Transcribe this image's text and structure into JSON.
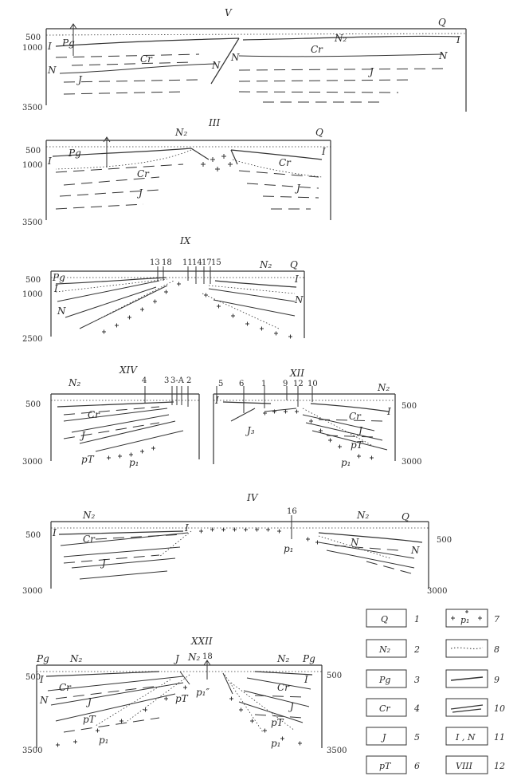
{
  "sections": [
    {
      "id": "V",
      "title": "V",
      "depth_top": "500",
      "depth_mid": "1000",
      "depth_bottom": "3500",
      "labels": {
        "pg": "Pg",
        "n2": "N₂",
        "q": "Q",
        "cr_left": "Cr",
        "cr_right": "Cr",
        "j_left": "J",
        "j_right": "J",
        "i_left": "I",
        "i_right": "I",
        "n_left": "N",
        "n_mid": "N",
        "n_fault": "N",
        "n_right": "N"
      }
    },
    {
      "id": "III",
      "title": "III",
      "depth_top": "500",
      "depth_mid": "1000",
      "depth_bottom": "3500",
      "labels": {
        "pg": "Pg",
        "n2": "N₂",
        "q": "Q",
        "cr_left": "Cr",
        "cr_right": "Cr",
        "j_left": "J",
        "j_right": "J",
        "i_left": "I",
        "i_right": "I"
      }
    },
    {
      "id": "IX",
      "title": "IX",
      "depth_top": "500",
      "depth_mid": "1000",
      "depth_bottom": "2500",
      "wells": [
        "13",
        "18",
        "11",
        "14",
        "17",
        "15"
      ],
      "labels": {
        "pg": "Pg",
        "n2": "N₂",
        "q": "Q",
        "i_left": "I",
        "i_right": "I",
        "n_left": "N",
        "n_right": "N"
      }
    },
    {
      "id": "XIV",
      "title": "XIV",
      "depth_top": "500",
      "depth_bottom": "3000",
      "wells": [
        "4",
        "3",
        "3-A",
        "2"
      ],
      "labels": {
        "n2": "N₂",
        "cr": "Cr",
        "j": "J",
        "pt": "pT",
        "p1": "p₁"
      }
    },
    {
      "id": "XII",
      "title": "XII",
      "depth_top": "500",
      "depth_bottom": "3000",
      "wells": [
        "5",
        "6",
        "1",
        "9",
        "12",
        "10"
      ],
      "labels": {
        "n2": "N₂",
        "cr": "Cr",
        "j": "J",
        "j3": "J₃",
        "pt": "pT",
        "p1": "p₁",
        "i_left": "I",
        "i_right": "I"
      }
    },
    {
      "id": "IV",
      "title": "IV",
      "depth_top_left": "500",
      "depth_top_right": "500",
      "depth_bottom_left": "3000",
      "depth_bottom_right": "3000",
      "wells": [
        "16"
      ],
      "labels": {
        "n2_left": "N₂",
        "n2_right": "N₂",
        "q": "Q",
        "cr": "Cr",
        "j": "J",
        "p1": "p₁",
        "i_left": "I",
        "i_mid": "I",
        "n_mid": "N",
        "n_right": "N"
      }
    },
    {
      "id": "XXII",
      "title": "XXII",
      "depth_top_left": "500",
      "depth_top_right": "500",
      "depth_bottom_left": "3500",
      "depth_bottom_right": "3500",
      "wells": [
        "18"
      ],
      "labels": {
        "pg_left": "Pg",
        "pg_right": "Pg",
        "n2_left": "N₂",
        "n2_mid": "N₂",
        "n2_right": "N₂",
        "j_top": "J",
        "cr_left": "Cr",
        "cr_right": "Cr",
        "j_left": "J",
        "j_right": "J",
        "pt_left": "pT",
        "pt_mid": "pT",
        "pt_right": "pT",
        "p1_left": "p₁",
        "p1_right": "p₁",
        "p1_mid": "p₁″",
        "i_left": "I",
        "i_right": "I",
        "n_left": "N"
      }
    }
  ],
  "legend": [
    {
      "num": "1",
      "symbol": "Q"
    },
    {
      "num": "2",
      "symbol": "N₂"
    },
    {
      "num": "3",
      "symbol": "Pg"
    },
    {
      "num": "4",
      "symbol": "Cr"
    },
    {
      "num": "5",
      "symbol": "J"
    },
    {
      "num": "6",
      "symbol": "pT"
    },
    {
      "num": "7",
      "symbol": "p₁",
      "pattern": "crosses"
    },
    {
      "num": "8",
      "pattern": "dotted-line"
    },
    {
      "num": "9",
      "pattern": "solid-line"
    },
    {
      "num": "10",
      "pattern": "double-line"
    },
    {
      "num": "11",
      "symbol": "I , N"
    },
    {
      "num": "12",
      "symbol": "VIII"
    }
  ],
  "colors": {
    "ink": "#333333",
    "paper": "#ffffff"
  }
}
